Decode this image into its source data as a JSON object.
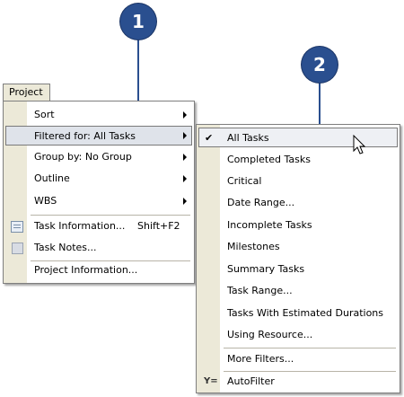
{
  "callouts": [
    "1",
    "2"
  ],
  "menubar": {
    "project_label": "Project"
  },
  "project_menu": {
    "items": [
      {
        "label": "Sort",
        "submenu": true
      },
      {
        "label": "Filtered for: All Tasks",
        "submenu": true,
        "highlighted": true
      },
      {
        "label": "Group by: No Group",
        "submenu": true
      },
      {
        "label": "Outline",
        "submenu": true
      },
      {
        "label": "WBS",
        "submenu": true
      },
      {
        "label": "Task Information...",
        "shortcut": "Shift+F2",
        "icon": "task-information-icon"
      },
      {
        "label": "Task Notes...",
        "icon": "task-notes-icon"
      },
      {
        "label": "Project Information..."
      }
    ]
  },
  "filter_menu": {
    "items": [
      {
        "label": "All Tasks",
        "checked": true,
        "highlighted": true
      },
      {
        "label": "Completed Tasks"
      },
      {
        "label": "Critical"
      },
      {
        "label": "Date Range..."
      },
      {
        "label": "Incomplete Tasks"
      },
      {
        "label": "Milestones"
      },
      {
        "label": "Summary Tasks"
      },
      {
        "label": "Task Range..."
      },
      {
        "label": "Tasks With Estimated Durations"
      },
      {
        "label": "Using Resource..."
      },
      {
        "label": "More Filters..."
      },
      {
        "label": "AutoFilter",
        "icon": "autofilter-icon"
      }
    ],
    "check_glyph": "✔",
    "autofilter_glyph": "Y="
  },
  "colors": {
    "accent": "#2a4f8f",
    "gutter": "#ece9d8",
    "highlight": "#dfe3ea"
  }
}
